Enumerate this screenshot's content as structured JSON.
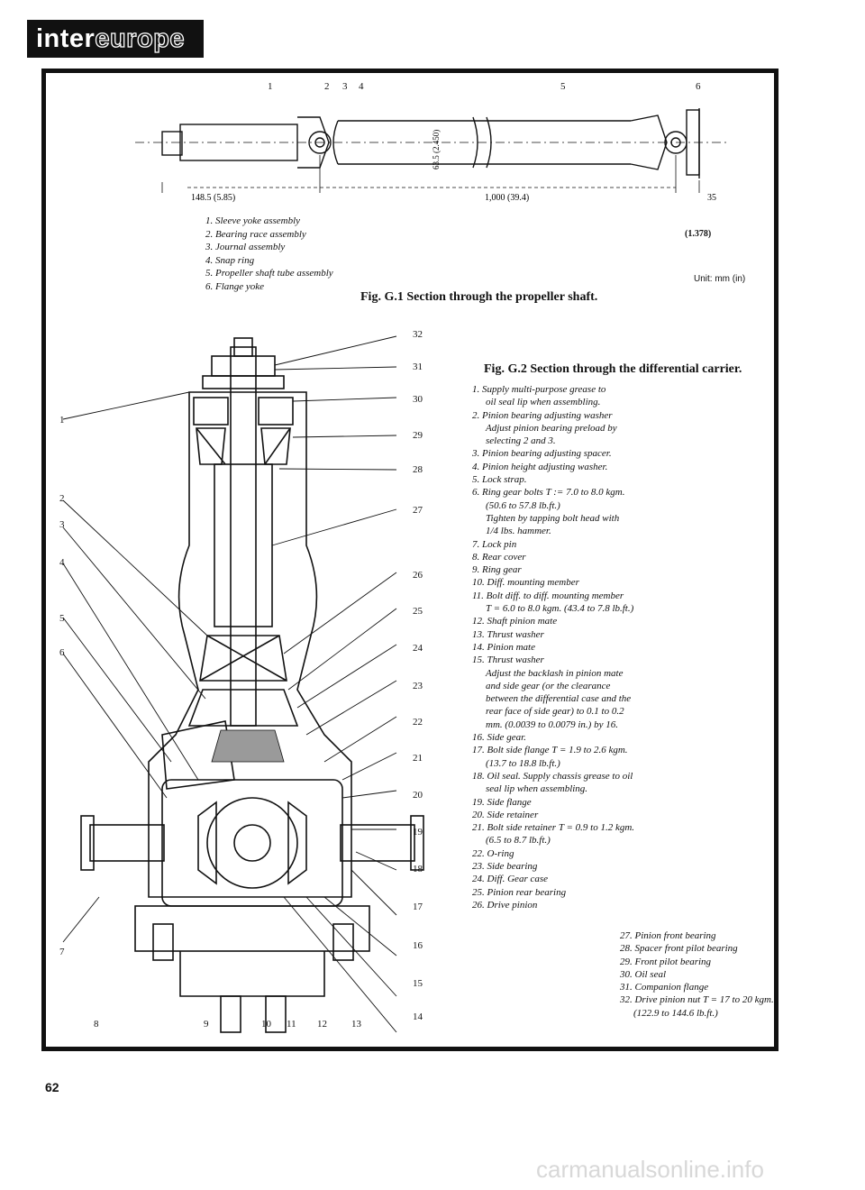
{
  "brand": {
    "prefix": "inter",
    "suffix": "europe"
  },
  "page_number": "62",
  "watermark": "carmanualsonline.info",
  "figure1": {
    "caption": "Fig. G.1 Section through the propeller shaft.",
    "unit_note": "Unit: mm (in)",
    "dimension_left": "148.5 (5.85)",
    "dimension_middle": "1,000 (39.4)",
    "dimension_right": "35",
    "dimension_right_sub": "(1.378)",
    "dimension_diameter": "63.5 (2.450)",
    "callouts": [
      "1",
      "2",
      "3",
      "4",
      "5",
      "6"
    ],
    "legend": [
      "1. Sleeve yoke assembly",
      "2. Bearing race assembly",
      "3. Journal assembly",
      "4. Snap ring",
      "5. Propeller shaft tube assembly",
      "6. Flange yoke"
    ]
  },
  "figure2": {
    "caption": "Fig. G.2 Section through the differential carrier.",
    "callouts": [
      "1",
      "2",
      "3",
      "4",
      "5",
      "6",
      "7",
      "8",
      "9",
      "10",
      "11",
      "12",
      "13",
      "14",
      "15",
      "16",
      "17",
      "18",
      "19",
      "20",
      "21",
      "22",
      "23",
      "24",
      "25",
      "26",
      "27",
      "28",
      "29",
      "30",
      "31",
      "32"
    ],
    "legend": [
      {
        "text": "1. Supply multi-purpose grease to",
        "sub": false
      },
      {
        "text": "oil seal lip when assembling.",
        "sub": true
      },
      {
        "text": "2. Pinion bearing adjusting washer",
        "sub": false
      },
      {
        "text": "Adjust pinion bearing preload by",
        "sub": true
      },
      {
        "text": "selecting 2 and 3.",
        "sub": true
      },
      {
        "text": "3. Pinion bearing adjusting spacer.",
        "sub": false
      },
      {
        "text": "4. Pinion height adjusting washer.",
        "sub": false
      },
      {
        "text": "5. Lock strap.",
        "sub": false
      },
      {
        "text": "6. Ring gear bolts T := 7.0 to 8.0 kgm.",
        "sub": false
      },
      {
        "text": "(50.6 to 57.8 lb.ft.)",
        "sub": true
      },
      {
        "text": "Tighten by tapping bolt head with",
        "sub": true
      },
      {
        "text": "1/4 lbs. hammer.",
        "sub": true
      },
      {
        "text": "7. Lock pin",
        "sub": false
      },
      {
        "text": "8. Rear cover",
        "sub": false
      },
      {
        "text": "9. Ring gear",
        "sub": false
      },
      {
        "text": "10. Diff. mounting member",
        "sub": false
      },
      {
        "text": "11. Bolt diff. to diff. mounting member",
        "sub": false
      },
      {
        "text": "T = 6.0 to 8.0 kgm. (43.4 to 7.8 lb.ft.)",
        "sub": true
      },
      {
        "text": "12. Shaft pinion mate",
        "sub": false
      },
      {
        "text": "13. Thrust washer",
        "sub": false
      },
      {
        "text": "14. Pinion mate",
        "sub": false
      },
      {
        "text": "15. Thrust washer",
        "sub": false
      },
      {
        "text": "Adjust the backlash in pinion mate",
        "sub": true
      },
      {
        "text": "and side gear (or the clearance",
        "sub": true
      },
      {
        "text": "between the differential case and the",
        "sub": true
      },
      {
        "text": "rear face of side gear) to 0.1 to 0.2",
        "sub": true
      },
      {
        "text": "mm. (0.0039 to 0.0079 in.) by 16.",
        "sub": true
      },
      {
        "text": "16. Side gear.",
        "sub": false
      },
      {
        "text": "17. Bolt side flange T = 1.9 to 2.6 kgm.",
        "sub": false
      },
      {
        "text": "(13.7 to 18.8 lb.ft.)",
        "sub": true
      },
      {
        "text": "18. Oil seal. Supply chassis grease to oil",
        "sub": false
      },
      {
        "text": "seal lip when assembling.",
        "sub": true
      },
      {
        "text": "19. Side flange",
        "sub": false
      },
      {
        "text": "20. Side retainer",
        "sub": false
      },
      {
        "text": "21. Bolt side retainer T = 0.9 to 1.2 kgm.",
        "sub": false
      },
      {
        "text": "(6.5 to 8.7 lb.ft.)",
        "sub": true
      },
      {
        "text": "22. O-ring",
        "sub": false
      },
      {
        "text": "23. Side bearing",
        "sub": false
      },
      {
        "text": "24. Diff. Gear case",
        "sub": false
      },
      {
        "text": "25. Pinion rear bearing",
        "sub": false
      },
      {
        "text": "26. Drive pinion",
        "sub": false
      }
    ],
    "legend_b": [
      {
        "text": "27. Pinion front bearing",
        "sub": false
      },
      {
        "text": "28. Spacer front pilot bearing",
        "sub": false
      },
      {
        "text": "29. Front pilot bearing",
        "sub": false
      },
      {
        "text": "30. Oil seal",
        "sub": false
      },
      {
        "text": "31. Companion flange",
        "sub": false
      },
      {
        "text": "32. Drive pinion nut T = 17 to 20 kgm.",
        "sub": false
      },
      {
        "text": "(122.9 to 144.6 lb.ft.)",
        "sub": true
      }
    ]
  }
}
